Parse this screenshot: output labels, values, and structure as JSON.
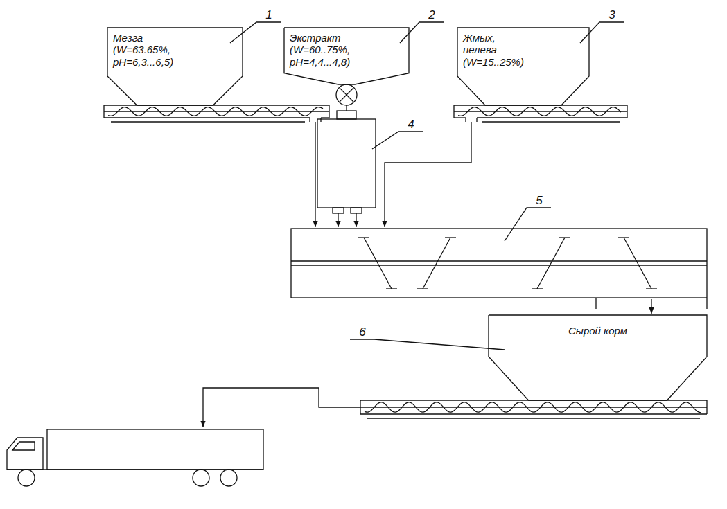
{
  "diagram": {
    "nodes": [
      {
        "text": [
          "Мезга (W=63.65%, pH=6,3...6,5)"
        ]
      },
      {
        "text": [
          "Экстракт (W=60..75%, pH=4,4...4,8)"
        ]
      },
      {
        "text": [
          "Жмых, пелева (W=15..25%)"
        ]
      },
      {
        "text": [
          "Сырой корм"
        ]
      }
    ],
    "labels": [
      "1",
      "2",
      "3",
      "4",
      "5",
      "6"
    ]
  }
}
